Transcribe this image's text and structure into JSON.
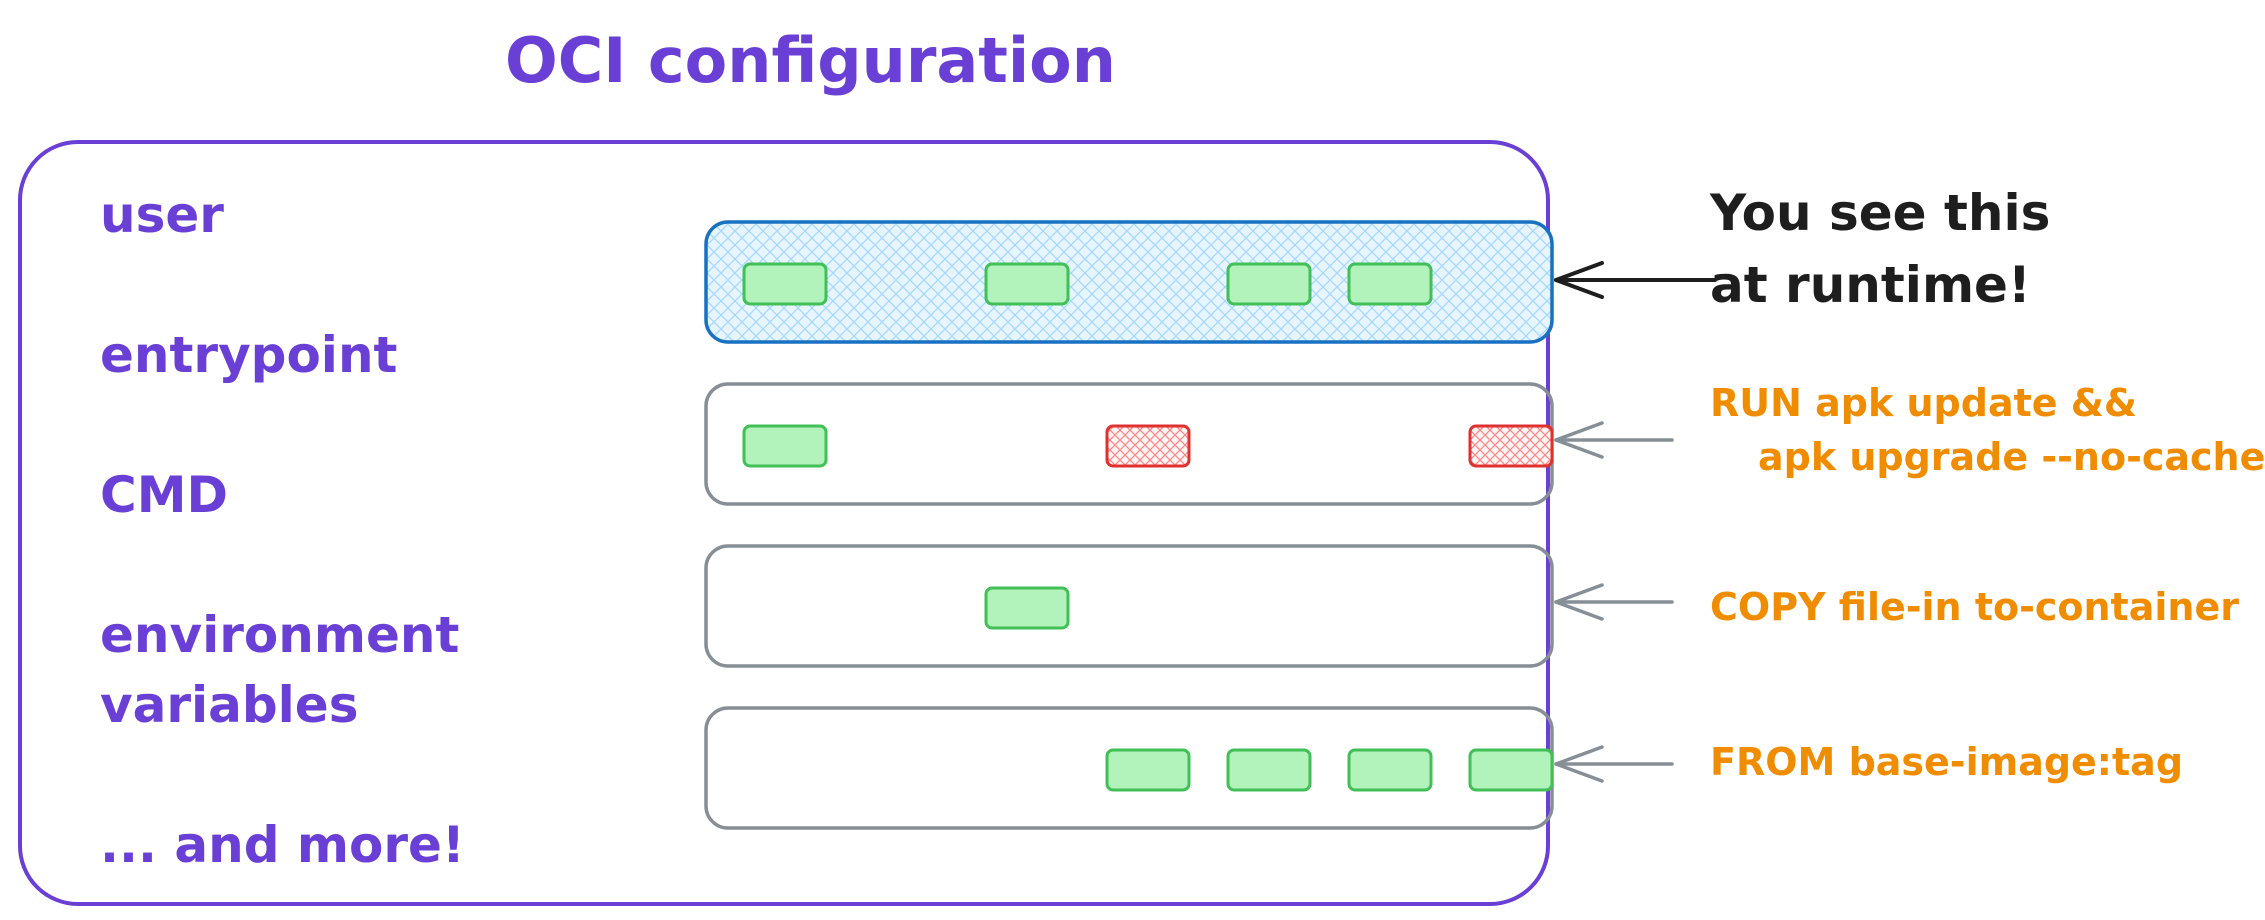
{
  "title": "OCI configuration",
  "config_fields": [
    "user",
    "entrypoint",
    "CMD",
    "environment",
    "variables",
    "... and more!"
  ],
  "runtime_note": [
    "You see this",
    "at runtime!"
  ],
  "layers": [
    {
      "id": "runtime",
      "instruction": [],
      "blocks": [
        {
          "slot": 0,
          "state": "ok"
        },
        {
          "slot": 2,
          "state": "ok"
        },
        {
          "slot": 4,
          "state": "ok"
        },
        {
          "slot": 5,
          "state": "ok"
        }
      ]
    },
    {
      "id": "run",
      "instruction": [
        "RUN apk update &&",
        "apk upgrade --no-cache"
      ],
      "blocks": [
        {
          "slot": 0,
          "state": "ok"
        },
        {
          "slot": 3,
          "state": "removed"
        },
        {
          "slot": 6,
          "state": "removed"
        }
      ]
    },
    {
      "id": "copy",
      "instruction": [
        "COPY file-in to-container"
      ],
      "blocks": [
        {
          "slot": 2,
          "state": "ok"
        }
      ]
    },
    {
      "id": "from",
      "instruction": [
        "FROM base-image:tag"
      ],
      "blocks": [
        {
          "slot": 3,
          "state": "ok"
        },
        {
          "slot": 4,
          "state": "ok"
        },
        {
          "slot": 5,
          "state": "ok"
        },
        {
          "slot": 6,
          "state": "ok"
        }
      ]
    }
  ],
  "colors": {
    "purple": "#6a3fd6",
    "blue_border": "#1971c2",
    "blue_fill": "#e7f5ff",
    "gray_border": "#868e96",
    "green_fill": "#b2f2bb",
    "green_border": "#40c057",
    "red_fill": "#ffc9c9",
    "red_border": "#e03131",
    "orange": "#f08c00",
    "black": "#1e1e1e"
  }
}
